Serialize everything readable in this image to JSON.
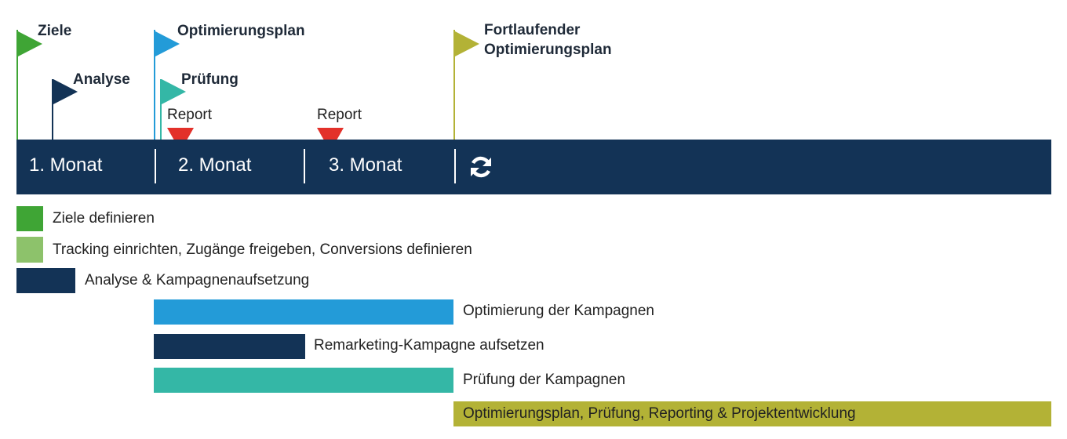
{
  "colors": {
    "navy": "#133356",
    "green": "#3fa535",
    "light_green": "#8dc26b",
    "blue": "#239bd8",
    "teal": "#34b7a6",
    "olive": "#b3b236",
    "red": "#e3312a"
  },
  "milestones": [
    {
      "label": "Ziele",
      "color": "#3fa535"
    },
    {
      "label": "Analyse",
      "color": "#133356"
    },
    {
      "label": "Optimierungsplan",
      "color": "#239bd8"
    },
    {
      "label": "Prüfung",
      "color": "#34b7a6"
    },
    {
      "label": "Fortlaufender\nOptimierungsplan",
      "color": "#b3b236"
    }
  ],
  "reports": [
    {
      "label": "Report",
      "color": "#e3312a"
    },
    {
      "label": "Report",
      "color": "#e3312a"
    }
  ],
  "timeline": {
    "months": [
      "1. Monat",
      "2. Monat",
      "3. Monat"
    ],
    "continuous_icon": "refresh-icon"
  },
  "tasks": [
    {
      "label": "Ziele definieren",
      "color": "#3fa535"
    },
    {
      "label": "Tracking einrichten, Zugänge freigeben, Conversions definieren",
      "color": "#8dc26b"
    },
    {
      "label": "Analyse & Kampagnenaufsetzung",
      "color": "#133356"
    },
    {
      "label": "Optimierung der Kampagnen",
      "color": "#239bd8"
    },
    {
      "label": "Remarketing-Kampagne aufsetzen",
      "color": "#133356"
    },
    {
      "label": "Prüfung der Kampagnen",
      "color": "#34b7a6"
    },
    {
      "label": "Optimierungsplan, Prüfung, Reporting & Projektentwicklung",
      "color": "#b3b236"
    }
  ]
}
